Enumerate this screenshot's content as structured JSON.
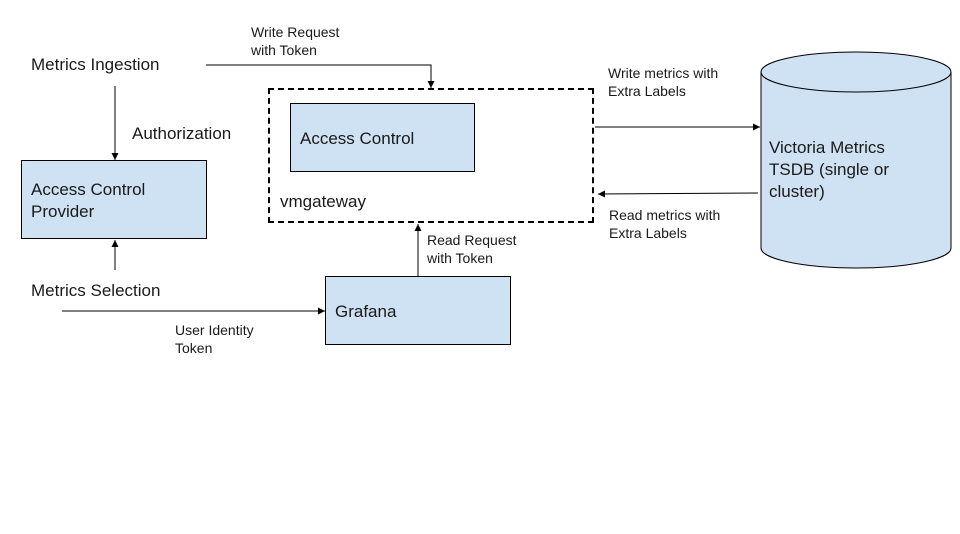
{
  "texts": {
    "metrics_ingestion": "Metrics Ingestion",
    "authorization": "Authorization",
    "metrics_selection": "Metrics Selection",
    "write_request": "Write Request\nwith Token",
    "write_metrics": "Write metrics with\nExtra Labels",
    "read_metrics": "Read metrics with\nExtra Labels",
    "read_request": "Read Request\nwith Token",
    "user_identity": "User Identity\nToken"
  },
  "boxes": {
    "access_control_provider": "Access Control\nProvider",
    "access_control": "Access Control",
    "vmgateway": "vmgateway",
    "grafana": "Grafana"
  },
  "storage": {
    "label": "Victoria Metrics\nTSDB (single or\ncluster)"
  }
}
